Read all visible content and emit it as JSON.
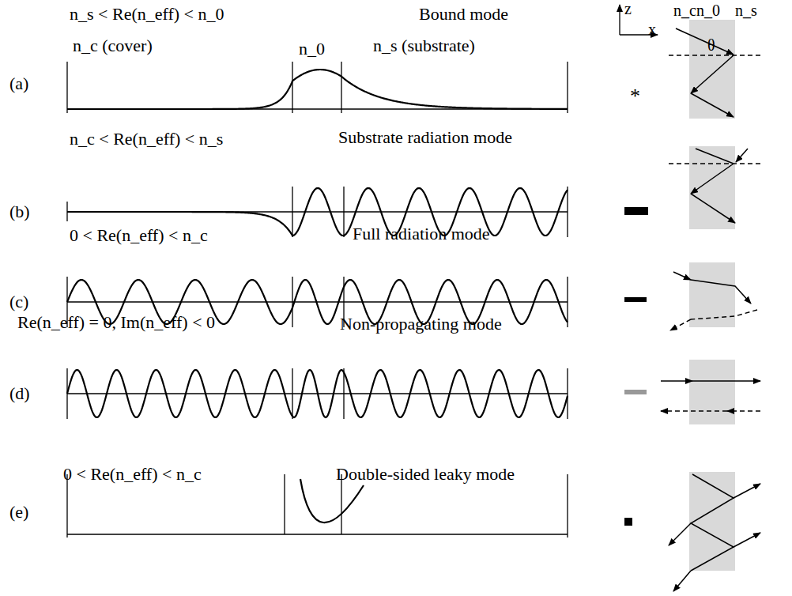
{
  "diagram": {
    "labels": [
      "(a)",
      "n_s < Re(n_eff) < n_0",
      "Bound mode",
      "n_c (cover)",
      "n_0",
      "n_s (substrate)",
      "(b)",
      "n_c < Re(n_eff) < n_s",
      "Substrate radiation mode",
      "(c)",
      "0 < Re(n_eff) < n_c",
      "Full radiation mode",
      "Re(n_eff) = 0, Im(n_eff) < 0",
      "Non-propagating mode",
      "(d)",
      "(e)",
      "0 < Re(n_eff) < n_c",
      "Double-sided leaky mode",
      "z",
      "x",
      "n_c",
      "n_0",
      "n_s",
      "θ",
      "*"
    ]
  }
}
